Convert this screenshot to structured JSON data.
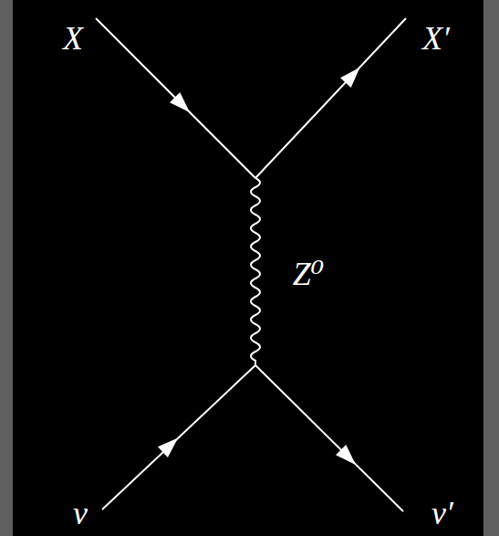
{
  "diagram": {
    "labels": [
      "X",
      "X′",
      "Z⁰",
      "ν",
      "ν′"
    ]
  }
}
